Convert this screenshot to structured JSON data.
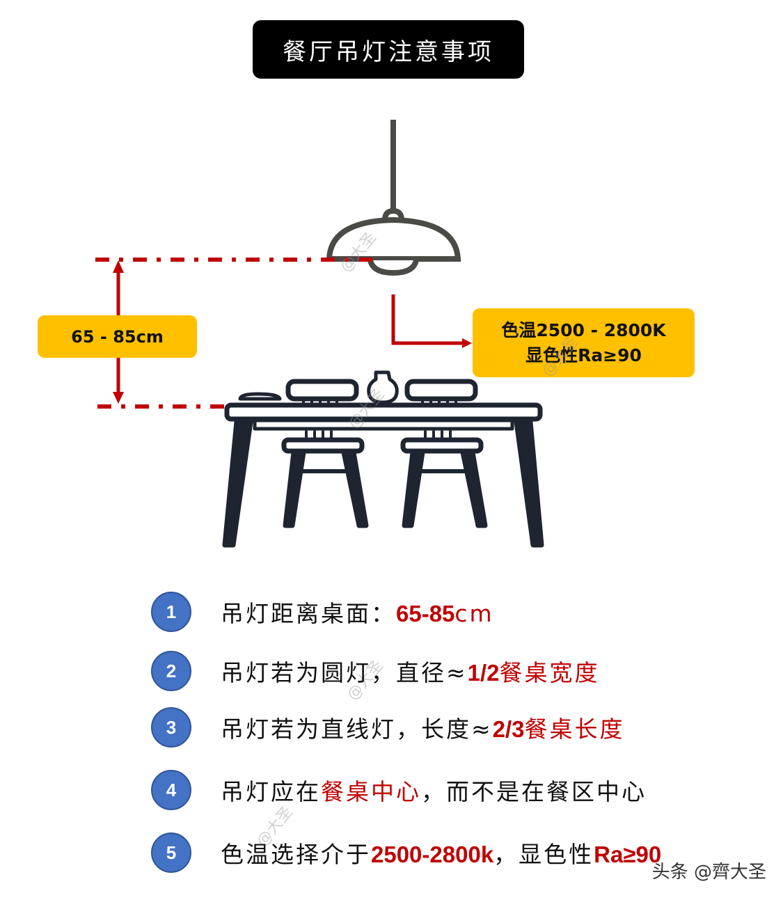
{
  "title": "餐厅吊灯注意事项",
  "diagram": {
    "distance_label": "65 - 85cm",
    "color_temp_line1": "色温2500 - 2800K",
    "color_temp_line2": "显色性Ra≥90",
    "colors": {
      "accent_red": "#C00000",
      "badge_yellow": "#FFC000",
      "lamp_gray": "#4A4A46",
      "table_dark": "#1E2530",
      "number_blue": "#4472C4"
    }
  },
  "items": [
    {
      "number": "1",
      "text_a": "吊灯距离桌面：",
      "highlight": "65-85",
      "text_b": "cm",
      "text_c": ""
    },
    {
      "number": "2",
      "text_a": "吊灯若为圆灯，直径≈",
      "highlight": "1/2",
      "text_b": "餐桌宽度",
      "text_c": ""
    },
    {
      "number": "3",
      "text_a": "吊灯若为直线灯，长度≈",
      "highlight": "2/3",
      "text_b": "餐桌长度",
      "text_c": ""
    },
    {
      "number": "4",
      "text_a": "吊灯应在",
      "highlight": "",
      "text_b": "餐桌中心",
      "text_c": "，而不是在餐区中心"
    },
    {
      "number": "5",
      "text_a": "色温选择介于",
      "highlight": "2500-2800k",
      "text_b": "，显色性",
      "text_c": "Ra≥90"
    }
  ],
  "watermark": {
    "source": "头条 @齊大圣",
    "faint": "@大圣"
  }
}
